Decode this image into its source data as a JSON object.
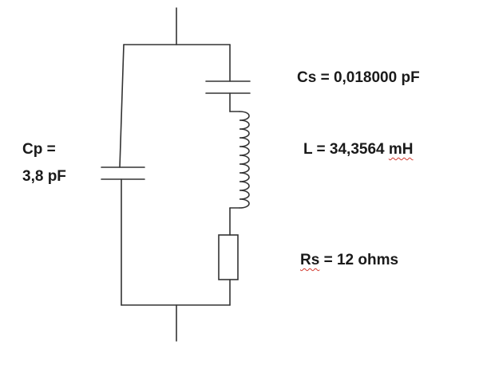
{
  "labels": {
    "cp_name": "Cp =",
    "cp_value": "3,8 pF",
    "cs_text": "Cs = 0,018000  pF",
    "l_prefix": "L = 34,3564 ",
    "l_unit": "mH",
    "rs_name": "Rs",
    "rs_rest": " = 12 ohms"
  },
  "colors": {
    "wire": "#333333",
    "text": "#1a1a1a",
    "spellcheck": "#d23a2f"
  }
}
